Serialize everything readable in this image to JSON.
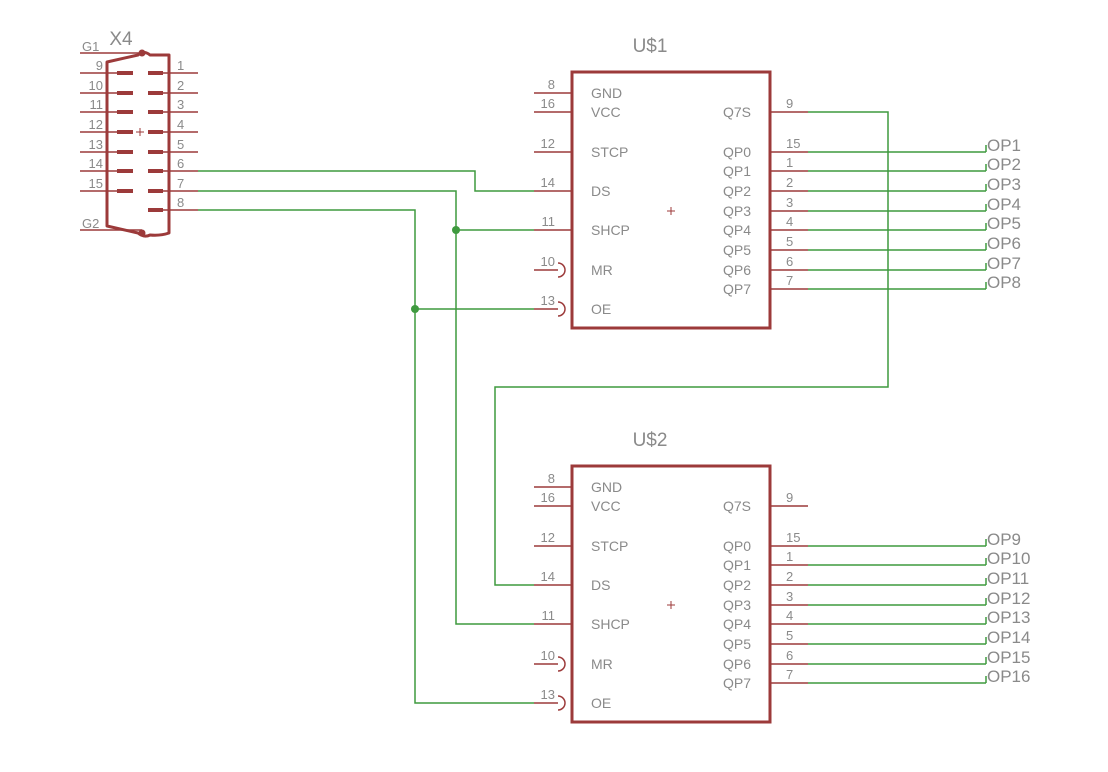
{
  "connector": {
    "ref": "X4",
    "ground_pins": [
      "G1",
      "G2"
    ],
    "left_pins": [
      "9",
      "10",
      "11",
      "12",
      "13",
      "14",
      "15"
    ],
    "right_pins": [
      "1",
      "2",
      "3",
      "4",
      "5",
      "6",
      "7",
      "8"
    ]
  },
  "chips": [
    {
      "ref": "U$1",
      "left_pins": [
        {
          "num": "8",
          "label": "GND",
          "inverted": false
        },
        {
          "num": "16",
          "label": "VCC",
          "inverted": false
        },
        {
          "num": "12",
          "label": "STCP",
          "inverted": false
        },
        {
          "num": "14",
          "label": "DS",
          "inverted": false
        },
        {
          "num": "11",
          "label": "SHCP",
          "inverted": false
        },
        {
          "num": "10",
          "label": "MR",
          "inverted": true
        },
        {
          "num": "13",
          "label": "OE",
          "inverted": true
        }
      ],
      "right_pins": [
        {
          "num": "9",
          "label": "Q7S"
        },
        {
          "num": "15",
          "label": "QP0"
        },
        {
          "num": "1",
          "label": "QP1"
        },
        {
          "num": "2",
          "label": "QP2"
        },
        {
          "num": "3",
          "label": "QP3"
        },
        {
          "num": "4",
          "label": "QP4"
        },
        {
          "num": "5",
          "label": "QP5"
        },
        {
          "num": "6",
          "label": "QP6"
        },
        {
          "num": "7",
          "label": "QP7"
        }
      ],
      "outputs": [
        "OP1",
        "OP2",
        "OP3",
        "OP4",
        "OP5",
        "OP6",
        "OP7",
        "OP8"
      ]
    },
    {
      "ref": "U$2",
      "left_pins": [
        {
          "num": "8",
          "label": "GND",
          "inverted": false
        },
        {
          "num": "16",
          "label": "VCC",
          "inverted": false
        },
        {
          "num": "12",
          "label": "STCP",
          "inverted": false
        },
        {
          "num": "14",
          "label": "DS",
          "inverted": false
        },
        {
          "num": "11",
          "label": "SHCP",
          "inverted": false
        },
        {
          "num": "10",
          "label": "MR",
          "inverted": true
        },
        {
          "num": "13",
          "label": "OE",
          "inverted": true
        }
      ],
      "right_pins": [
        {
          "num": "9",
          "label": "Q7S"
        },
        {
          "num": "15",
          "label": "QP0"
        },
        {
          "num": "1",
          "label": "QP1"
        },
        {
          "num": "2",
          "label": "QP2"
        },
        {
          "num": "3",
          "label": "QP3"
        },
        {
          "num": "4",
          "label": "QP4"
        },
        {
          "num": "5",
          "label": "QP5"
        },
        {
          "num": "6",
          "label": "QP6"
        },
        {
          "num": "7",
          "label": "QP7"
        }
      ],
      "outputs": [
        "OP9",
        "OP10",
        "OP11",
        "OP12",
        "OP13",
        "OP14",
        "OP15",
        "OP16"
      ]
    }
  ],
  "colors": {
    "part": "#9c3a3a",
    "wire": "#3f9a3f",
    "text": "#8a8a8a",
    "background": "#ffffff"
  }
}
